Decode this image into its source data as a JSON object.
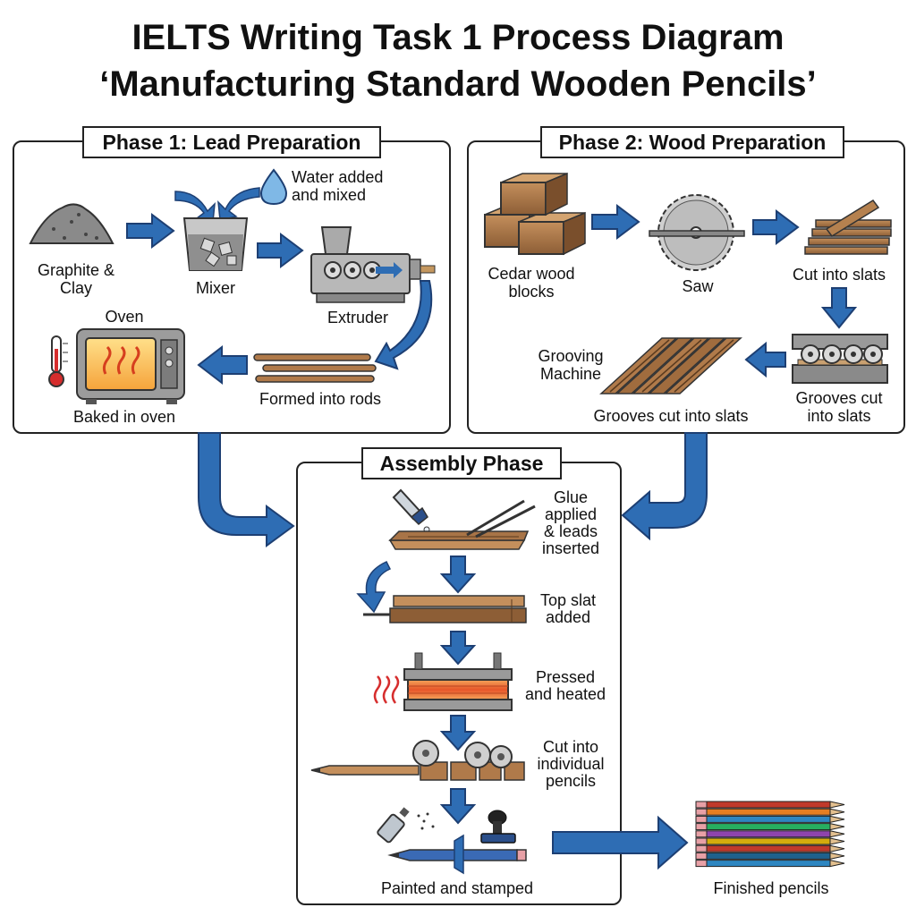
{
  "title": {
    "line1": "IELTS Writing Task 1 Process Diagram",
    "line2": "‘Manufacturing Standard Wooden Pencils’"
  },
  "phase1": {
    "title": "Phase 1: Lead Preparation",
    "steps": {
      "graphite": "Graphite &\nClay",
      "water": "Water added\nand mixed",
      "mixer": "Mixer",
      "extruder": "Extruder",
      "rods": "Formed into rods",
      "oven_title": "Oven",
      "baked": "Baked in oven"
    }
  },
  "phase2": {
    "title": "Phase 2: Wood Preparation",
    "steps": {
      "cedar": "Cedar wood\nblocks",
      "saw": "Saw",
      "slats": "Cut into slats",
      "grooving_machine": "Grooving\nMachine",
      "grooves_slats": "Grooves cut into slats",
      "grooves_cut": "Grooves cut\ninto slats"
    }
  },
  "assembly": {
    "title": "Assembly Phase",
    "steps": {
      "glue": "Glue\napplied\n& leads\ninserted",
      "top_slat": "Top slat\nadded",
      "pressed": "Pressed\nand heated",
      "cut_pencils": "Cut into\nindividual\npencils",
      "painted": "Painted and stamped"
    }
  },
  "finished": "Finished pencils",
  "colors": {
    "arrow": "#2e6db4",
    "arrow_dark": "#1d3f73",
    "wood": "#a7774a",
    "wood_dark": "#6b4526",
    "metal": "#9a9a9a",
    "heat": "#e8562a"
  }
}
